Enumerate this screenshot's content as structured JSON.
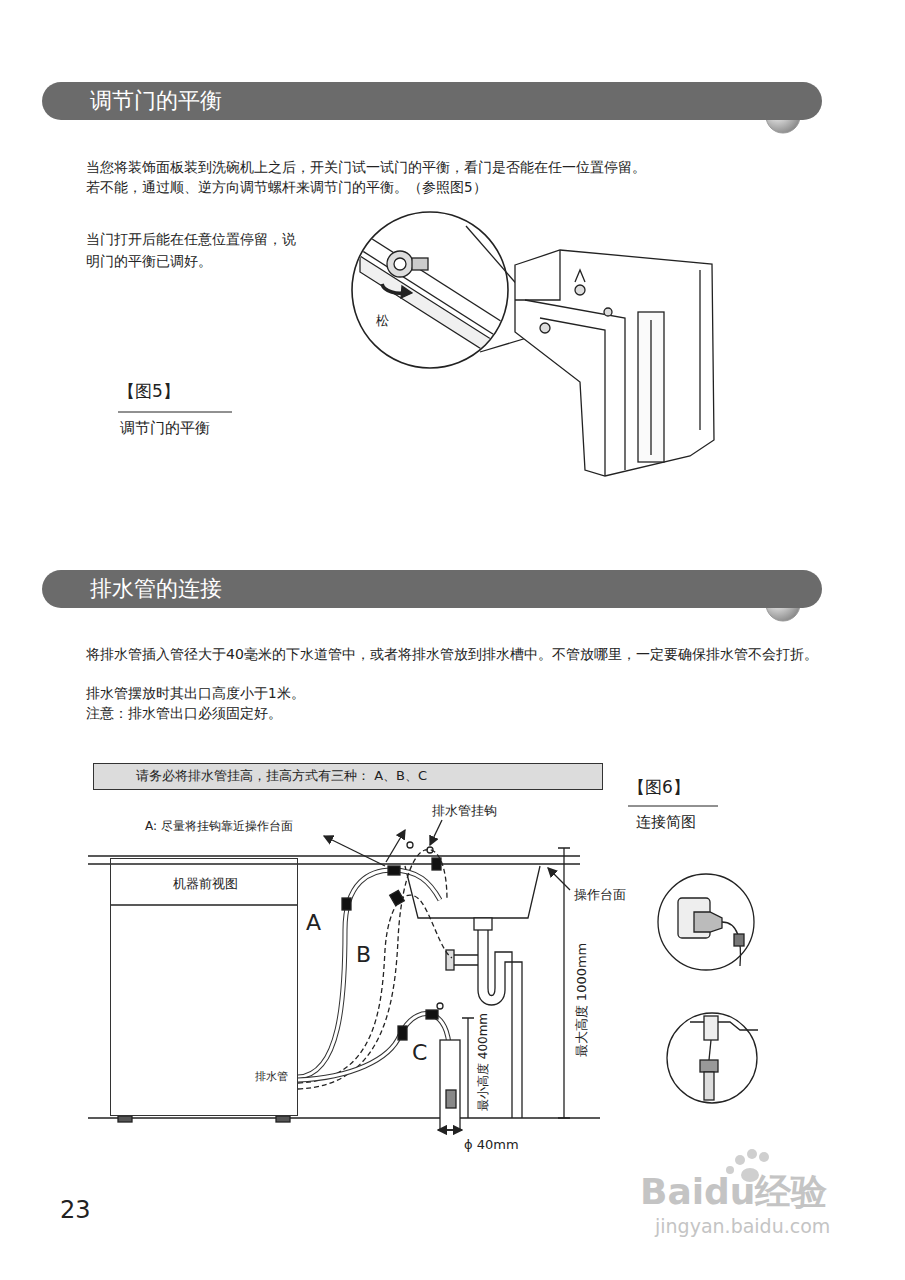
{
  "diagram": {
    "nodes": [
      {
        "text": [
          "调节门的平衡"
        ]
      },
      {
        "text": [
          "排水管的连接"
        ]
      },
      {
        "text": [
          "请务必将排水管挂高，挂高方式有三种： A、B、C"
        ]
      },
      {
        "text": [
          "机器前视图",
          "排水管"
        ]
      }
    ],
    "labels": [
      "当您将装饰面板装到洗碗机上之后，开关门试一试门的平衡，看门是否能在任一位置停留。",
      "若不能，通过顺、逆方向调节螺杆来调节门的平衡。（参照图5）",
      "当门打开后能在任意位置停留，说明门的平衡已调好。",
      "松",
      "【图5】",
      "调节门的平衡",
      "将排水管插入管径大于40毫米的下水道管中，或者将排水管放到排水槽中。不管放哪里，一定要确保排水管不会打折。",
      "排水管摆放时其出口高度小于1米。",
      "注意：排水管出口必须固定好。",
      "A: 尽量将挂钩靠近操作台面",
      "排水管挂钩",
      "【图6】",
      "连接简图",
      "操作台面",
      "A",
      "B",
      "C",
      "最小高度 400mm",
      "最大高度 1000mm",
      "ϕ 40mm",
      "23",
      "Baidu经验",
      "jingyan.baidu.com"
    ]
  }
}
